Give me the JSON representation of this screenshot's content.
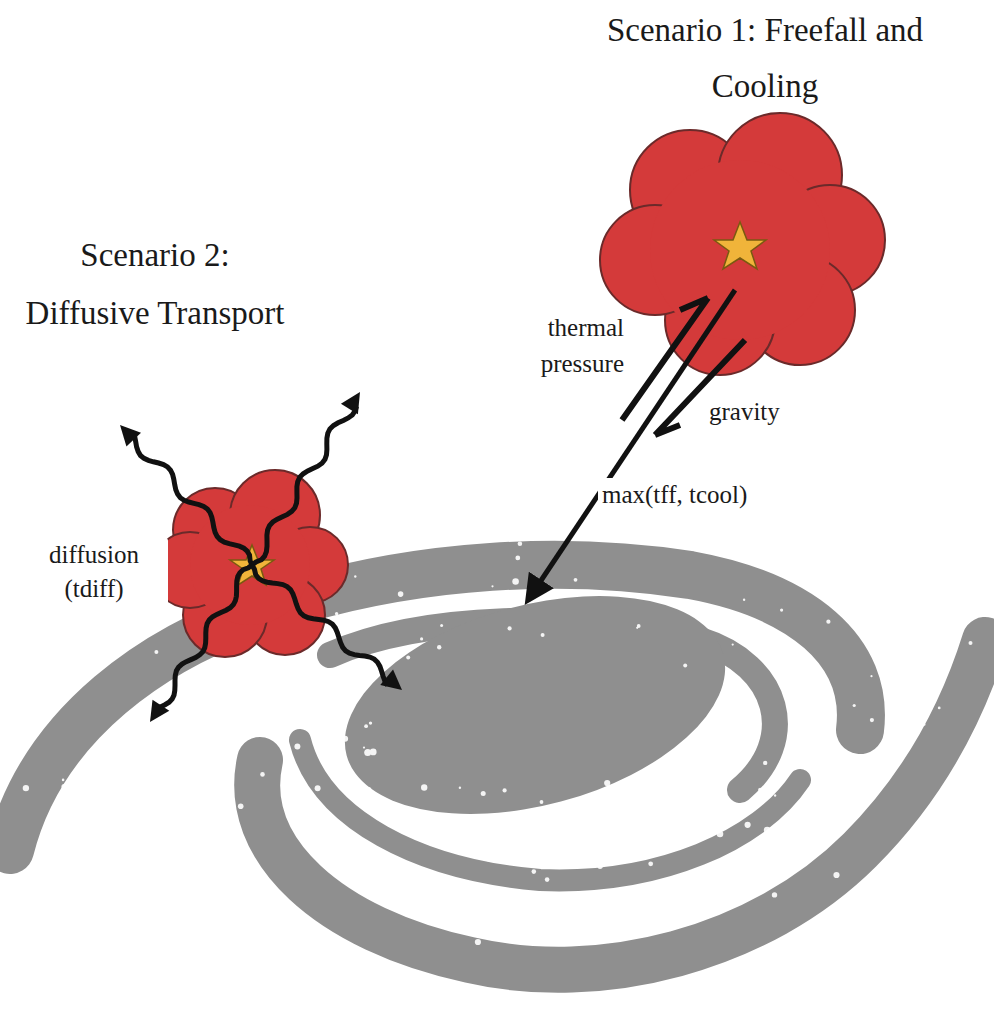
{
  "diagram": {
    "labels": [
      "Scenario 1: Freefall and Cooling",
      "Scenario 2: Diffusive Transport",
      "thermal pressure",
      "gravity",
      "max(tff, tcool)",
      "diffusion (tdiff)"
    ]
  }
}
